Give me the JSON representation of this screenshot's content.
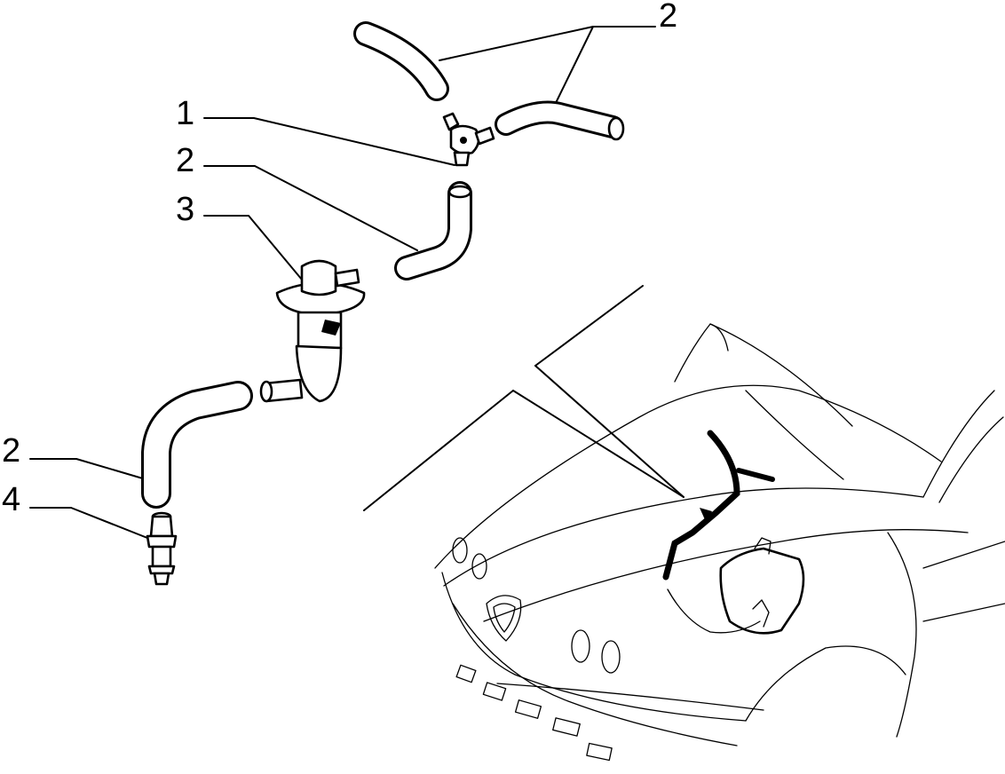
{
  "diagram": {
    "callouts": {
      "top_right": "2",
      "item_1": "1",
      "item_2_mid": "2",
      "item_3": "3",
      "item_2_left": "2",
      "item_4": "4"
    },
    "colors": {
      "line": "#000000",
      "background": "#ffffff"
    }
  }
}
